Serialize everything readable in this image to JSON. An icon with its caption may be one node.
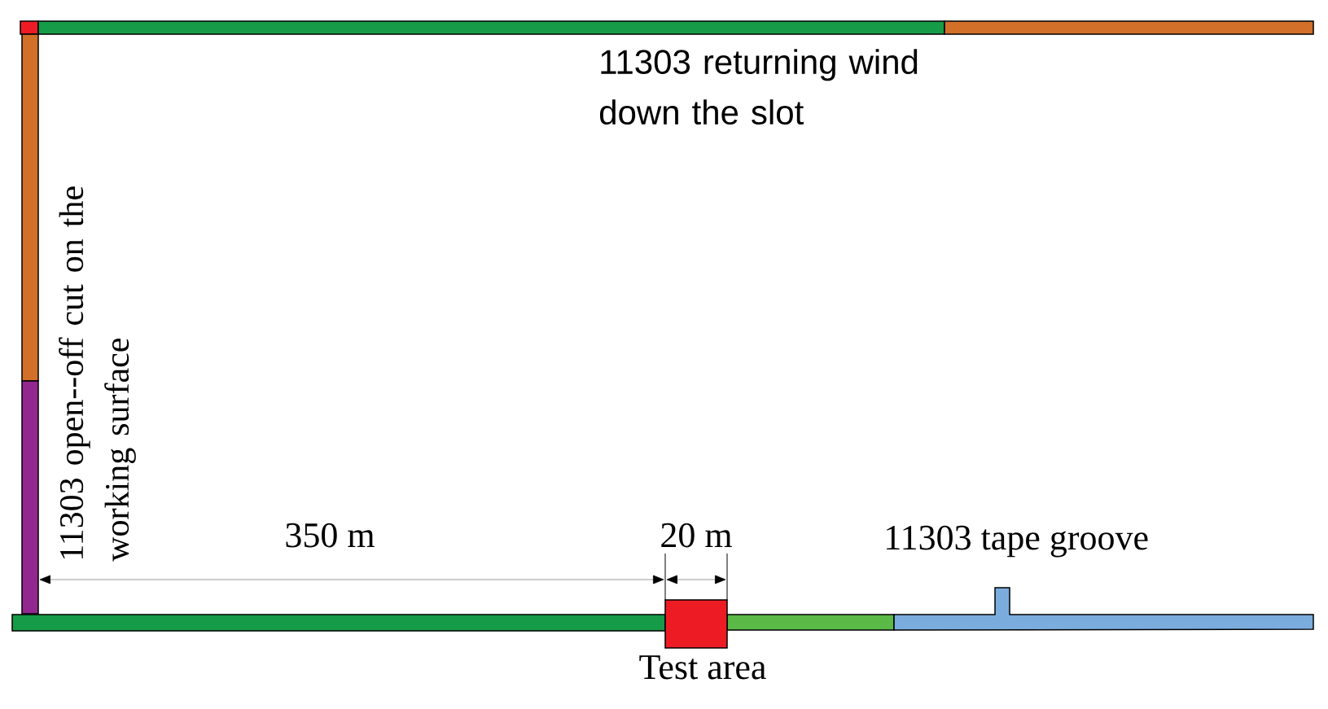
{
  "diagram": {
    "nodes": [
      {
        "text": [
          "Test area"
        ]
      }
    ],
    "labels": [
      "11303 returning wind down the slot",
      "11303 open--off cut on the working surface",
      "350 m",
      "20 m",
      "11303 tape groove"
    ]
  }
}
